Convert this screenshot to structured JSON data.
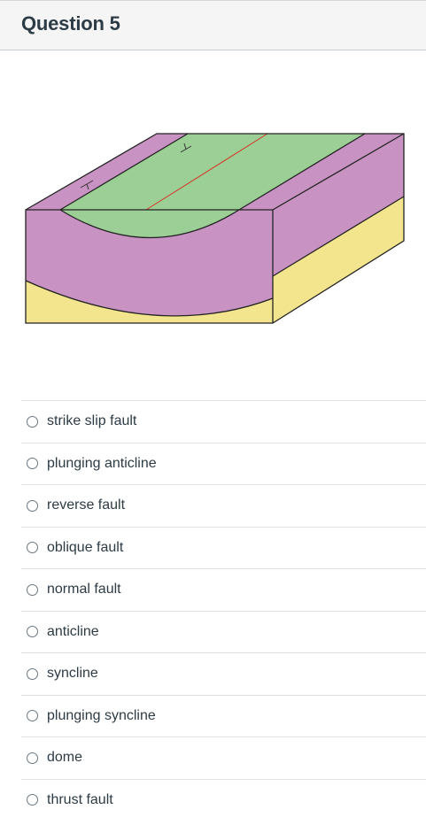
{
  "question": {
    "title": "Question 5"
  },
  "figure": {
    "icon": "block-diagram-plunging-syncline",
    "colors": {
      "green_layer": "#9ccf95",
      "purple_layer": "#c892c2",
      "yellow_layer": "#f3e58e",
      "fold_axis": "#d8322a",
      "outline": "#222222"
    }
  },
  "answers": [
    {
      "label": "strike slip fault"
    },
    {
      "label": "plunging anticline"
    },
    {
      "label": "reverse fault"
    },
    {
      "label": "oblique fault"
    },
    {
      "label": "normal fault"
    },
    {
      "label": "anticline"
    },
    {
      "label": "syncline"
    },
    {
      "label": "plunging syncline"
    },
    {
      "label": "dome"
    },
    {
      "label": "thrust fault"
    }
  ]
}
